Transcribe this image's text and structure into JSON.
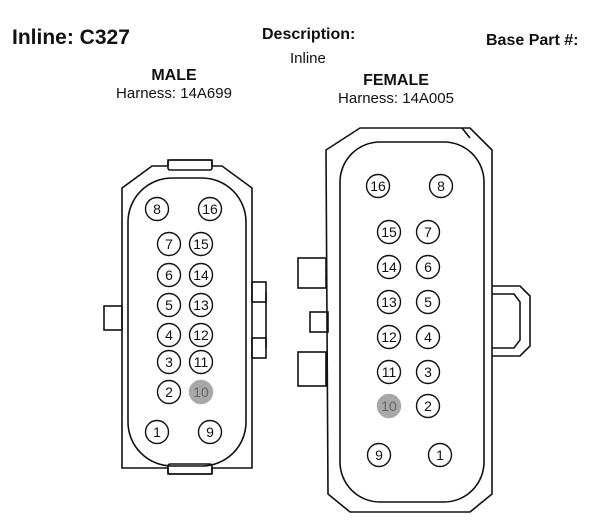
{
  "header": {
    "title": "Inline: C327",
    "description_label": "Description:",
    "description_value": "Inline",
    "base_part_label": "Base Part #:"
  },
  "male": {
    "gender": "MALE",
    "harness": "Harness: 14A699",
    "pins": [
      {
        "label": "8",
        "state": "active"
      },
      {
        "label": "16",
        "state": "active"
      },
      {
        "label": "7",
        "state": "active"
      },
      {
        "label": "15",
        "state": "active"
      },
      {
        "label": "6",
        "state": "active"
      },
      {
        "label": "14",
        "state": "active"
      },
      {
        "label": "5",
        "state": "active"
      },
      {
        "label": "13",
        "state": "active"
      },
      {
        "label": "4",
        "state": "active"
      },
      {
        "label": "12",
        "state": "active"
      },
      {
        "label": "3",
        "state": "active"
      },
      {
        "label": "11",
        "state": "active"
      },
      {
        "label": "2",
        "state": "active"
      },
      {
        "label": "10",
        "state": "inactive"
      },
      {
        "label": "1",
        "state": "active"
      },
      {
        "label": "9",
        "state": "active"
      }
    ]
  },
  "female": {
    "gender": "FEMALE",
    "harness": "Harness: 14A005",
    "pins": [
      {
        "label": "16",
        "state": "active"
      },
      {
        "label": "8",
        "state": "active"
      },
      {
        "label": "15",
        "state": "active"
      },
      {
        "label": "7",
        "state": "active"
      },
      {
        "label": "14",
        "state": "active"
      },
      {
        "label": "6",
        "state": "active"
      },
      {
        "label": "13",
        "state": "active"
      },
      {
        "label": "5",
        "state": "active"
      },
      {
        "label": "12",
        "state": "active"
      },
      {
        "label": "4",
        "state": "active"
      },
      {
        "label": "11",
        "state": "active"
      },
      {
        "label": "3",
        "state": "active"
      },
      {
        "label": "10",
        "state": "inactive"
      },
      {
        "label": "2",
        "state": "active"
      },
      {
        "label": "9",
        "state": "active"
      },
      {
        "label": "1",
        "state": "active"
      }
    ]
  }
}
